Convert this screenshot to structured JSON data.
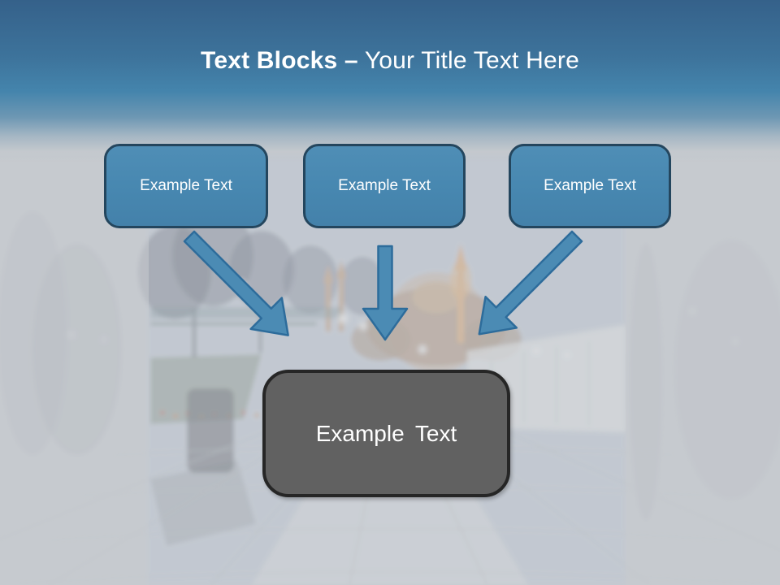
{
  "title": {
    "bold": "Text Blocks –",
    "regular": "Your Title Text Here"
  },
  "blocks": [
    {
      "label": "Example Text"
    },
    {
      "label": "Example Text"
    },
    {
      "label": "Example Text"
    }
  ],
  "result_block": {
    "label": "Example Text"
  },
  "background": {
    "name": "faded-istanbul-mosque-photo"
  },
  "colors": {
    "header_top": "#35618a",
    "header_blue": "#4484ac",
    "body_background": "#c6cacf",
    "block_fill": "#4787b0",
    "block_border": "#24465e",
    "arrow_fill": "#4b8bb4",
    "arrow_border": "#2d6c9b",
    "result_fill": "#616161",
    "result_border": "#262626",
    "text_white": "#ffffff"
  }
}
